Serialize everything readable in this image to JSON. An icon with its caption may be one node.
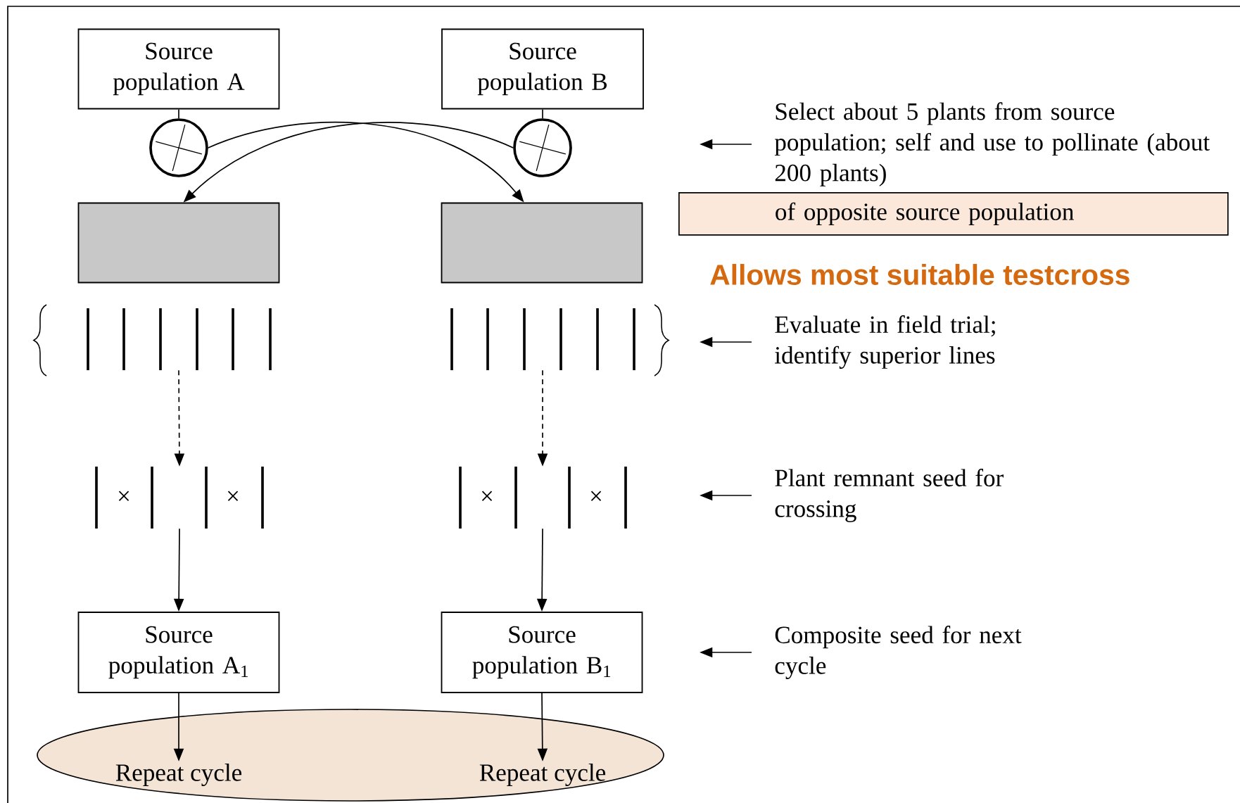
{
  "diagram": {
    "nodes": [
      {
        "text": [
          "Source population A"
        ]
      },
      {
        "text": [
          "Source population B"
        ]
      },
      {
        "text": [],
        "shape": "circle"
      },
      {
        "text": [],
        "shape": "circle"
      },
      {
        "text": [],
        "shape": "box"
      },
      {
        "text": [],
        "shape": "box"
      },
      {
        "text": [],
        "shape": "bar"
      },
      {
        "text": [],
        "shape": "bar"
      },
      {
        "text": [
          "×",
          "×"
        ]
      },
      {
        "text": [
          "×",
          "×"
        ]
      },
      {
        "text": [
          "Source population A$_{1}$"
        ]
      },
      {
        "text": [
          "Source population B$_{1}$"
        ]
      },
      {
        "text": [],
        "shape": "ellipse"
      },
      {
        "text": [
          "Repeat cycle"
        ],
        "in": 12
      },
      {
        "text": [
          "Repeat cycle"
        ],
        "in": 12
      },
      {
        "text": [
          "Select about 5 plants from source population; self and use to pollinate (about 200 plants)"
        ]
      },
      {
        "text": [
          "of opposite source population"
        ]
      },
      {
        "text": [
          "Evaluate in field trial; identify superior lines"
        ]
      },
      {
        "text": [
          "Plant remnant seed for crossing"
        ]
      },
      {
        "text": [
          "Composite seed for next cycle"
        ]
      }
    ],
    "edges": [
      {
        "from": 0,
        "to": 2,
        "arrow": "none"
      },
      {
        "from": 1,
        "to": 3,
        "arrow": "none"
      },
      {
        "from": 2,
        "to": 5,
        "arrow": "to"
      },
      {
        "from": 3,
        "to": 4,
        "arrow": "to"
      },
      {
        "from": 6,
        "to": 8,
        "arrow": "to",
        "style": "dashed"
      },
      {
        "from": 7,
        "to": 9,
        "arrow": "to",
        "style": "dashed"
      },
      {
        "from": 8,
        "to": 10,
        "arrow": "to"
      },
      {
        "from": 9,
        "to": 11,
        "arrow": "to"
      },
      {
        "from": 10,
        "to": 13,
        "arrow": "to"
      },
      {
        "from": 11,
        "to": 14,
        "arrow": "to"
      },
      {
        "from": 15,
        "to": null,
        "arrow": "to"
      },
      {
        "from": 17,
        "to": null,
        "arrow": "to"
      },
      {
        "from": 18,
        "to": null,
        "arrow": "to"
      },
      {
        "from": 19,
        "to": null,
        "arrow": "to"
      }
    ],
    "labels": [
      "Allows most suitable testcross"
    ]
  }
}
